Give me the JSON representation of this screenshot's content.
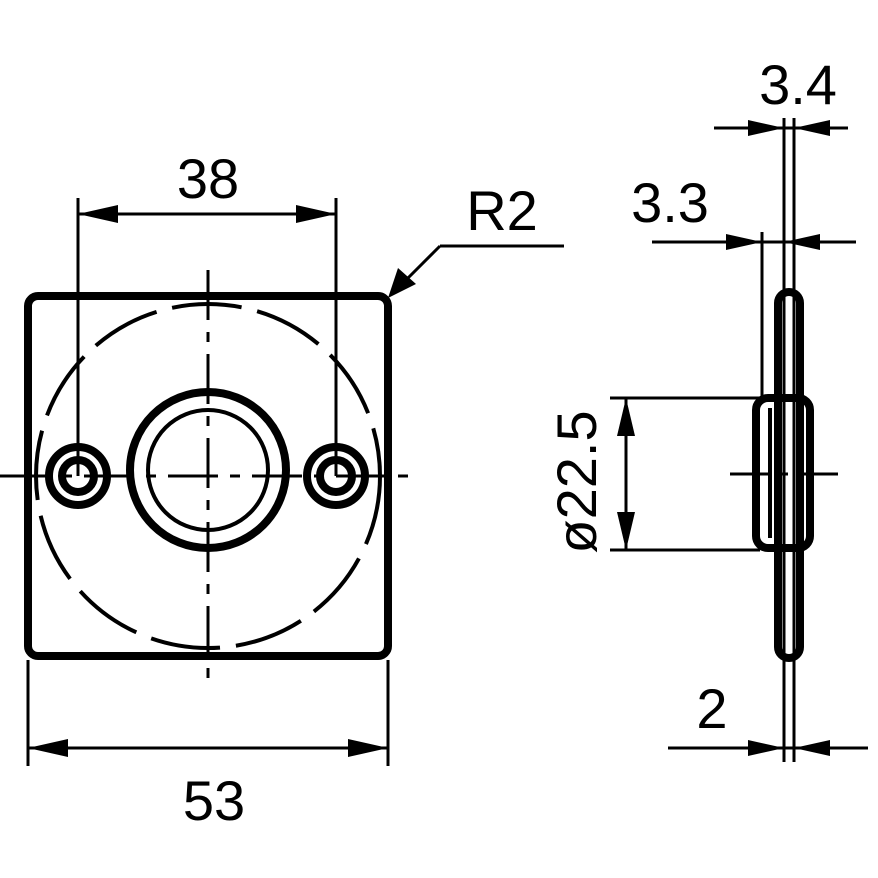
{
  "dimensions": {
    "hole_spacing": "38",
    "corner_radius": "R2",
    "overall_width": "53",
    "thickness_total": "3.4",
    "thickness_offset": "3.3",
    "plate_thickness": "2",
    "boss_diameter": "ø22.5"
  },
  "colors": {
    "line": "#000000",
    "background": "#ffffff"
  }
}
